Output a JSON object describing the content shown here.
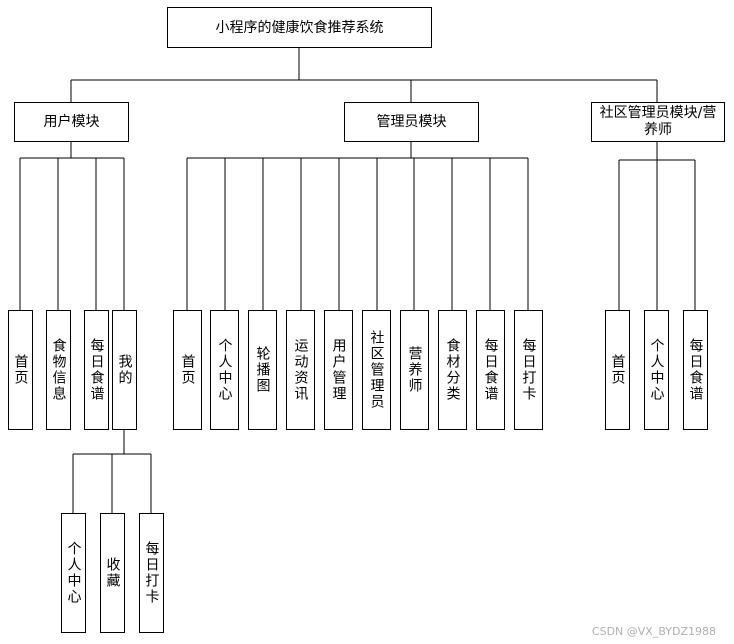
{
  "root": {
    "label": "小程序的健康饮食推荐系统"
  },
  "modules": {
    "user": {
      "label": "用户模块",
      "items": [
        "首页",
        "食物信息",
        "每日食谱",
        "我的"
      ],
      "mine_children": [
        "个人中心",
        "收藏",
        "每日打卡"
      ]
    },
    "admin": {
      "label": "管理员模块",
      "items": [
        "首页",
        "个人中心",
        "轮播图",
        "运动资讯",
        "用户管理",
        "社区管理员",
        "营养师",
        "食材分类",
        "每日食谱",
        "每日打卡"
      ]
    },
    "community": {
      "label": "社区管理员模块/营养师",
      "items": [
        "首页",
        "个人中心",
        "每日食谱"
      ]
    }
  },
  "watermark": "CSDN @VX_BYDZ1988"
}
